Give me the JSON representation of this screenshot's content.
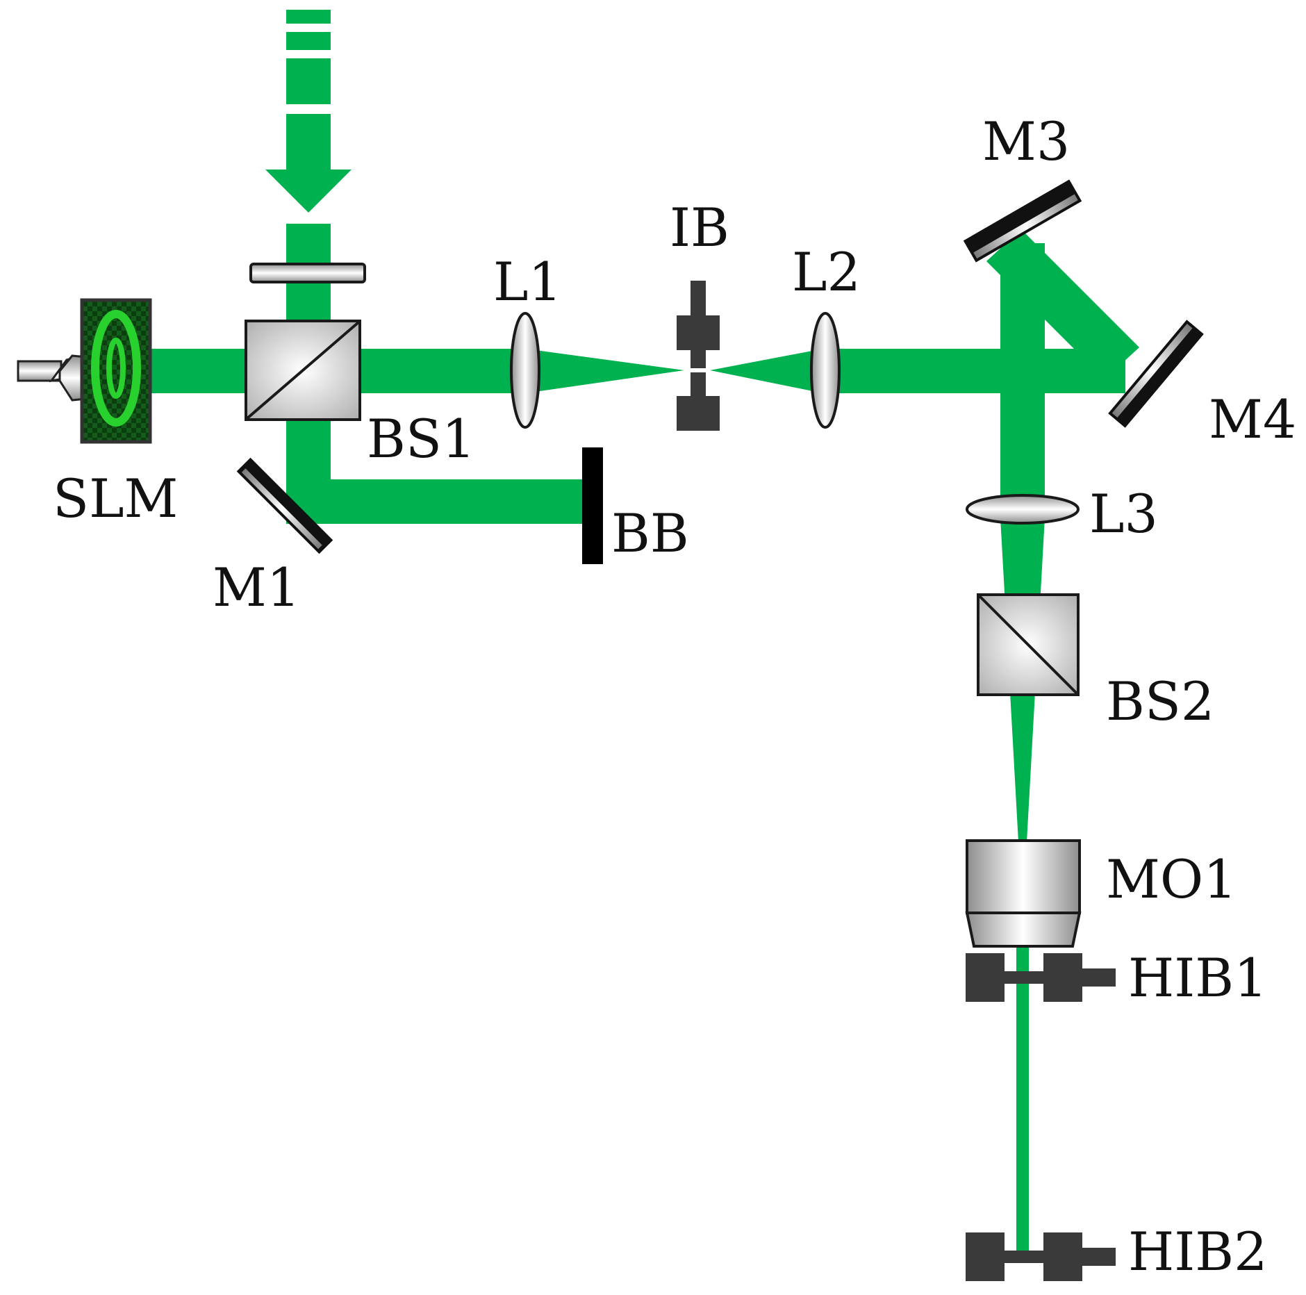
{
  "labels": {
    "slm": "SLM",
    "bs1": "BS1",
    "m1": "M1",
    "bb": "BB",
    "l1": "L1",
    "ib": "IB",
    "l2": "L2",
    "m3": "M3",
    "m4": "M4",
    "l3": "L3",
    "bs2": "BS2",
    "mo1": "MO1",
    "hib1": "HIB1",
    "hib2": "HIB2"
  },
  "colors": {
    "beam": "#00b14f",
    "mount": "#3a3a3a",
    "mirror": "#111111",
    "outline": "#1a1a1a",
    "optic_light": "#f2f2f2",
    "optic_dark": "#a8a8a8"
  }
}
